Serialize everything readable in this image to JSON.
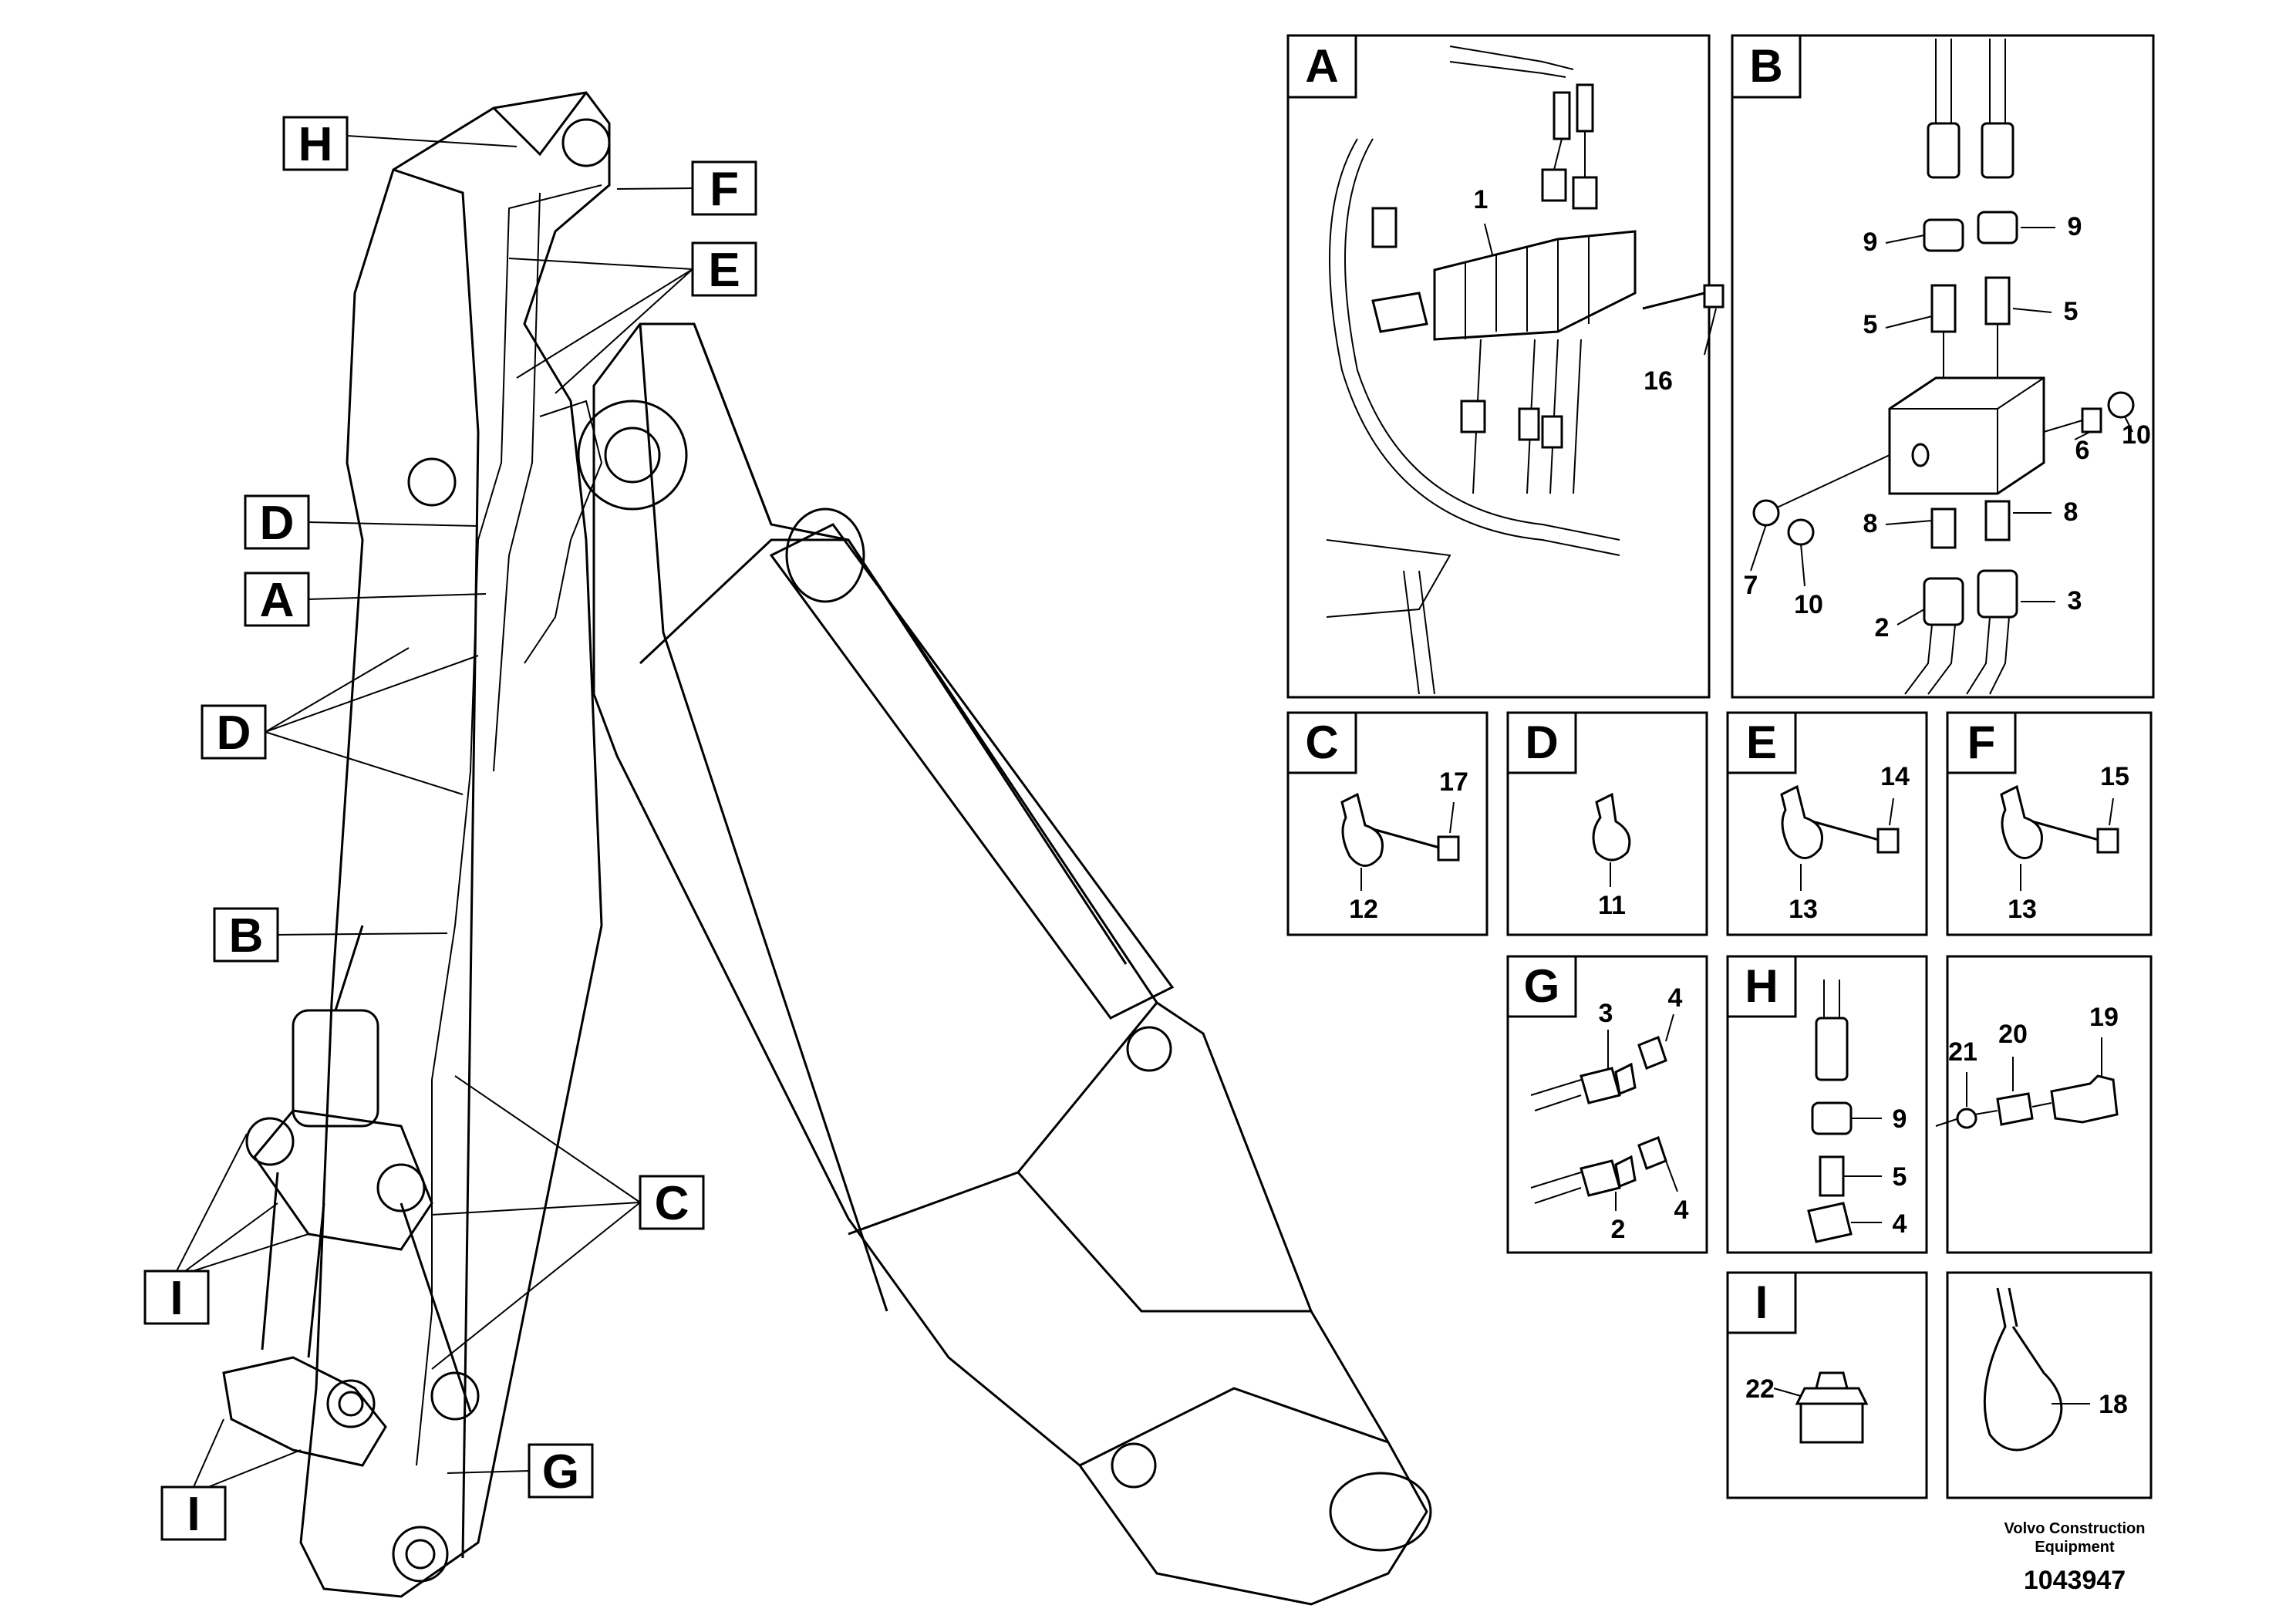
{
  "callouts": [
    {
      "label": "H"
    },
    {
      "label": "F"
    },
    {
      "label": "E"
    },
    {
      "label": "D"
    },
    {
      "label": "A"
    },
    {
      "label": "D"
    },
    {
      "label": "B"
    },
    {
      "label": "C"
    },
    {
      "label": "I"
    },
    {
      "label": "I"
    },
    {
      "label": "G"
    }
  ],
  "panels": {
    "A": {
      "letter": "A",
      "numbers": [
        "1",
        "16"
      ]
    },
    "B": {
      "letter": "B",
      "numbers": [
        "9",
        "9",
        "5",
        "5",
        "6",
        "10",
        "8",
        "8",
        "7",
        "10",
        "2",
        "3"
      ]
    },
    "C": {
      "letter": "C",
      "numbers": [
        "17",
        "12"
      ]
    },
    "D": {
      "letter": "D",
      "numbers": [
        "11"
      ]
    },
    "E": {
      "letter": "E",
      "numbers": [
        "14",
        "13"
      ]
    },
    "F": {
      "letter": "F",
      "numbers": [
        "15",
        "13"
      ]
    },
    "G": {
      "letter": "G",
      "numbers": [
        "3",
        "4",
        "4",
        "2"
      ]
    },
    "H": {
      "letter": "H",
      "numbers": [
        "9",
        "5",
        "4"
      ]
    },
    "J": {
      "letter": "",
      "numbers": [
        "21",
        "20",
        "19"
      ]
    },
    "I": {
      "letter": "I",
      "numbers": [
        "22"
      ]
    },
    "K": {
      "letter": "",
      "numbers": [
        "18"
      ]
    }
  },
  "footer": {
    "company_line1": "Volvo Construction",
    "company_line2": "Equipment",
    "drawing_number": "1043947"
  }
}
